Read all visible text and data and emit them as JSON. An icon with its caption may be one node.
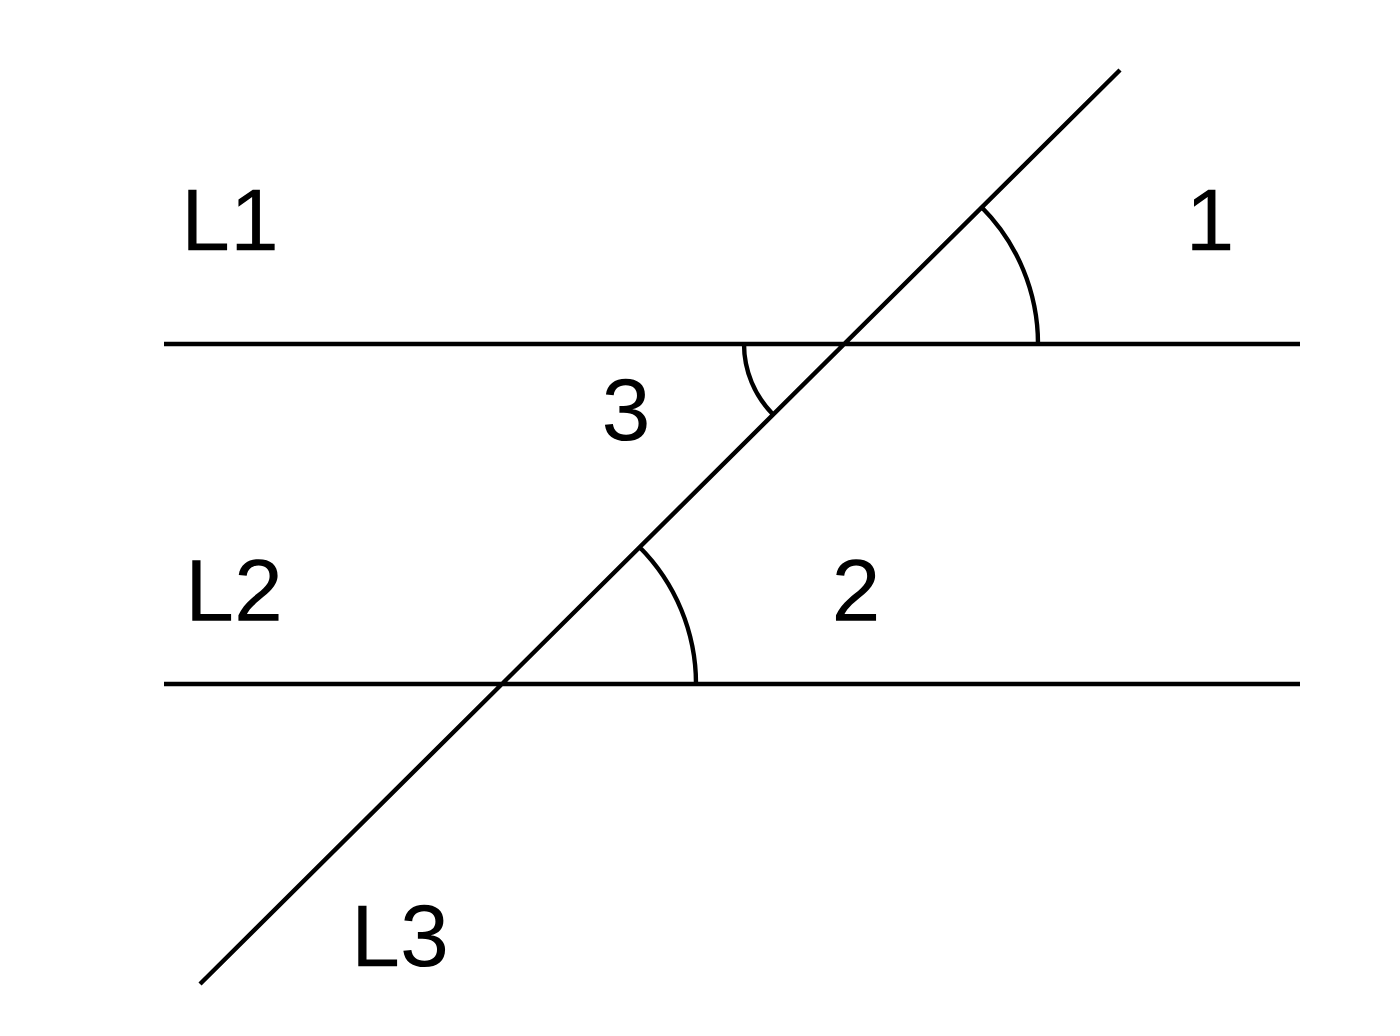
{
  "diagram": {
    "labels": [
      "L1",
      "1",
      "3",
      "L2",
      "2",
      "L3"
    ]
  }
}
